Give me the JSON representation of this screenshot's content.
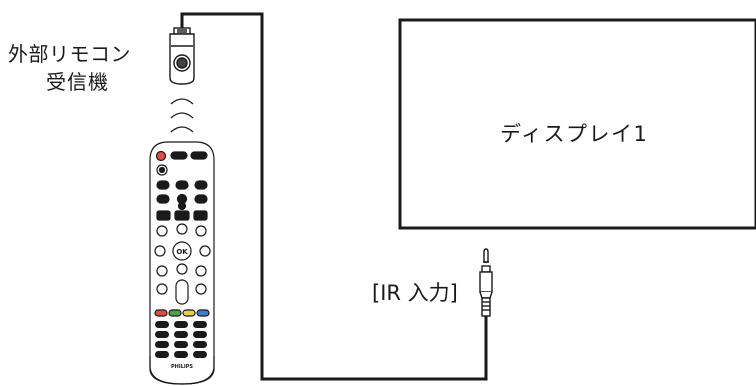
{
  "receiver": {
    "label_line1": "外部リモコン",
    "label_line2": "受信機"
  },
  "display": {
    "label": "ディスプレイ1"
  },
  "ir_input": {
    "label": "[IR 入力]"
  },
  "remote": {
    "brand": "PHILIPS",
    "ok_label": "OK"
  },
  "colors": {
    "line": "#1a1a1a",
    "red_key": "#e04a4a",
    "green_key": "#44a844",
    "yellow_key": "#e6d23a",
    "blue_key": "#3f7fd0",
    "remote_body": "#ffffff"
  }
}
